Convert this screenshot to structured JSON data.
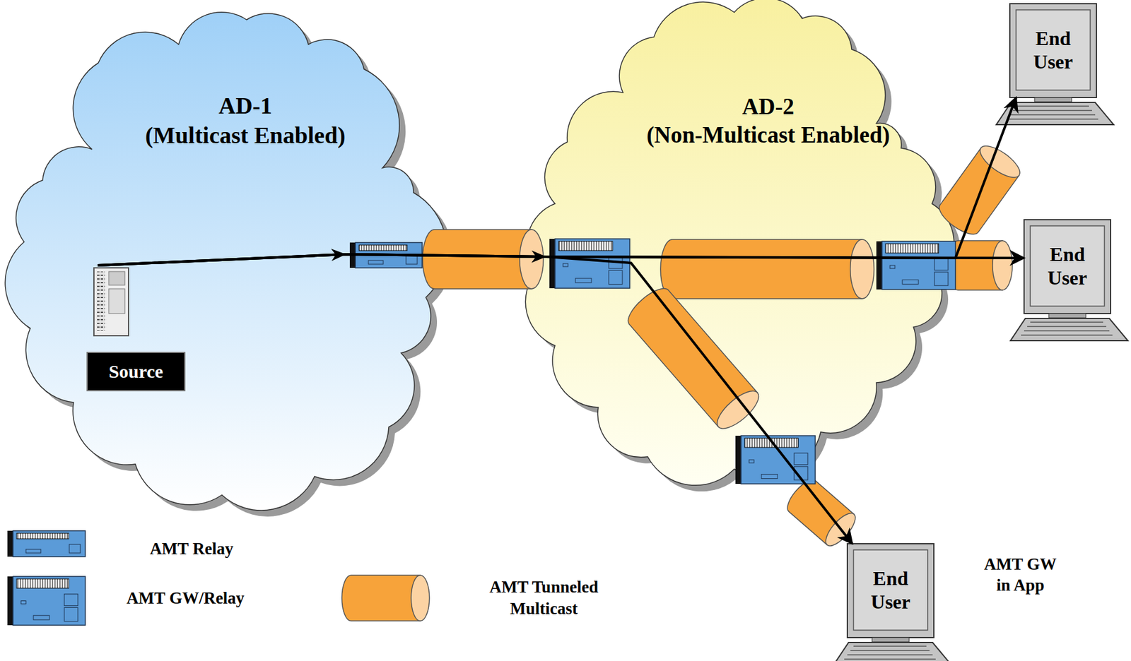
{
  "diagram": {
    "nodes": [
      {
        "text": [
          "AD-1",
          "(Multicast Enabled)"
        ]
      },
      {
        "text": [
          "Source"
        ],
        "in": 0
      },
      {
        "text": [
          "AD-2",
          "(Non-Multicast Enabled)"
        ]
      },
      {
        "text": [
          "End User"
        ]
      },
      {
        "text": [
          "End User"
        ]
      },
      {
        "text": [
          "End User"
        ]
      }
    ],
    "edges": [
      {
        "from": 1,
        "to": 3,
        "arrow": "to"
      },
      {
        "from": 1,
        "to": 4,
        "arrow": "to"
      },
      {
        "from": 1,
        "to": 5,
        "arrow": "to"
      }
    ],
    "labels": [
      "AMT GW in App"
    ],
    "legend": [
      {
        "text": "AMT Relay"
      },
      {
        "text": "AMT GW/Relay"
      },
      {
        "text": "AMT Tunneled Multicast"
      }
    ]
  }
}
